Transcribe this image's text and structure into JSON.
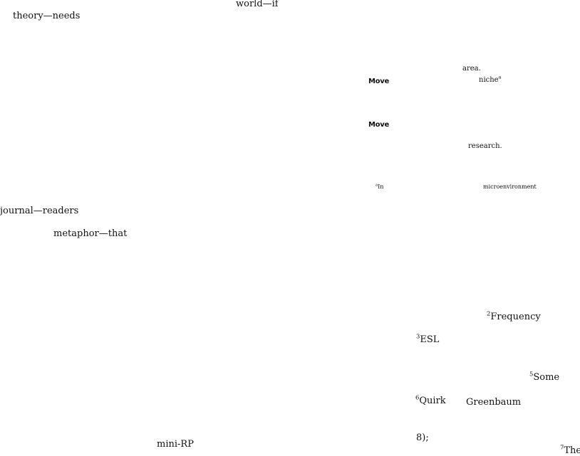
{
  "fragments": {
    "world_if": "world—if",
    "theory_needs": "theory—needs",
    "area": "area.",
    "move_1": "Move",
    "niche": "niche",
    "niche_note_mark": "a",
    "move_2": "Move",
    "research": "research.",
    "note_a_mark": "a",
    "note_a_text": "In",
    "microenvironment": "microenvironment",
    "journal_readers": "journal—readers",
    "metaphor_that": "metaphor—that",
    "fn2_mark": "2",
    "fn2_text": "Frequency",
    "fn3_mark": "3",
    "fn3_text": "ESL",
    "fn5_mark": "5",
    "fn5_text": "Some",
    "fn6_mark": "6",
    "fn6_text": "Quirk",
    "greenbaum": "Greenbaum",
    "eight": "8);",
    "mini_rp": "mini-RP",
    "fn7_mark": "7",
    "fn7_text": "The"
  }
}
